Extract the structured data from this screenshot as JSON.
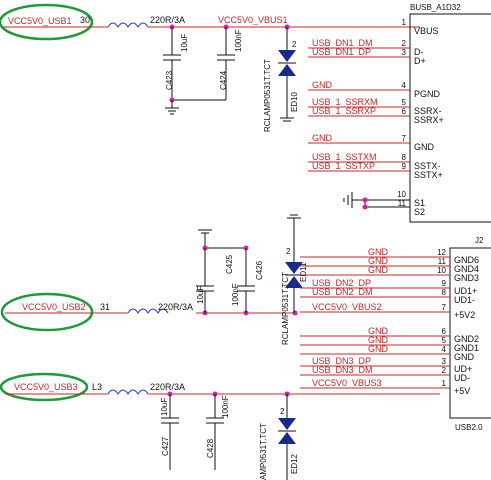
{
  "nets": {
    "usb1": "VCC5V0_USB1",
    "usb2": "VCC5V0_USB2",
    "usb3": "VCC5V0_USB3",
    "vbus1": "VCC5V0_VBUS1",
    "vbus2": "VCC5V0_VBUS2",
    "vbus3": "VCC5V0_VBUS3"
  },
  "ref_fragments": {
    "l1": "30",
    "l2": "31",
    "l3": "L3"
  },
  "inductor_value": "220R/3A",
  "caps": [
    {
      "ref": "C423",
      "value": "10uF"
    },
    {
      "ref": "C424",
      "value": "100nF"
    },
    {
      "ref": "C425",
      "value": "10uF"
    },
    {
      "ref": "C426",
      "value": "100nF"
    },
    {
      "ref": "C427",
      "value": "10uF"
    },
    {
      "ref": "C428",
      "value": "100nF"
    }
  ],
  "tvs": [
    {
      "ref": "ED10",
      "part": "RCLAMP0531T.TCT",
      "pin": "2"
    },
    {
      "ref": "ED11",
      "part": "RCLAMP0531T.TCT",
      "pin": "2"
    },
    {
      "ref": "ED12",
      "part": "AMP0531T.TCT",
      "pin": "2"
    }
  ],
  "connector_a": {
    "title": "BUSB_A1D32",
    "rows": [
      {
        "net": "",
        "pin": "1",
        "label": "VBUS"
      },
      {
        "net": "USB_DN1_DM",
        "pin": "2",
        "label": "D-"
      },
      {
        "net": "USB_DN1_DP",
        "pin": "3",
        "label": "D+"
      },
      {
        "net": "GND",
        "pin": "4",
        "label": "PGND"
      },
      {
        "net": "USB_1_SSRXM",
        "pin": "5",
        "label": "SSRX-"
      },
      {
        "net": "USB_1_SSRXP",
        "pin": "6",
        "label": "SSRX+"
      },
      {
        "net": "GND",
        "pin": "7",
        "label": "GND"
      },
      {
        "net": "USB_1_SSTXM",
        "pin": "8",
        "label": "SSTX-"
      },
      {
        "net": "USB_1_SSTXP",
        "pin": "9",
        "label": "SSTX+"
      },
      {
        "net": "",
        "pin": "10",
        "label": "S1"
      },
      {
        "net": "",
        "pin": "11",
        "label": "S2"
      }
    ]
  },
  "connector_b": {
    "title": "J2",
    "footer": "USB2.0",
    "rows": [
      {
        "net": "GND",
        "pin": "12",
        "label": "GND6"
      },
      {
        "net": "GND",
        "pin": "11",
        "label": "GND4"
      },
      {
        "net": "GND",
        "pin": "10",
        "label": "GND3"
      },
      {
        "net": "USB_DN2_DP",
        "pin": "9",
        "label": "UD1+"
      },
      {
        "net": "USB_DN2_DM",
        "pin": "8",
        "label": "UD1-"
      },
      {
        "net": "VCC5V0_VBUS2",
        "pin": "7",
        "label": "+5V2"
      },
      {
        "net": "GND",
        "pin": "6",
        "label": "GND2"
      },
      {
        "net": "GND",
        "pin": "5",
        "label": "GND1"
      },
      {
        "net": "GND",
        "pin": "4",
        "label": "GND"
      },
      {
        "net": "USB_DN3_DP",
        "pin": "3",
        "label": "UD+"
      },
      {
        "net": "USB_DN3_DM",
        "pin": "2",
        "label": "UD-"
      },
      {
        "net": "VCC5V0_VBUS3",
        "pin": "1",
        "label": "+5V"
      }
    ]
  },
  "colors": {
    "net": "#c0282a",
    "wire": "#111111",
    "junction": "#d81fa8",
    "highlight": "#1f9a3a",
    "ground_rail": "#2a3ad8"
  }
}
